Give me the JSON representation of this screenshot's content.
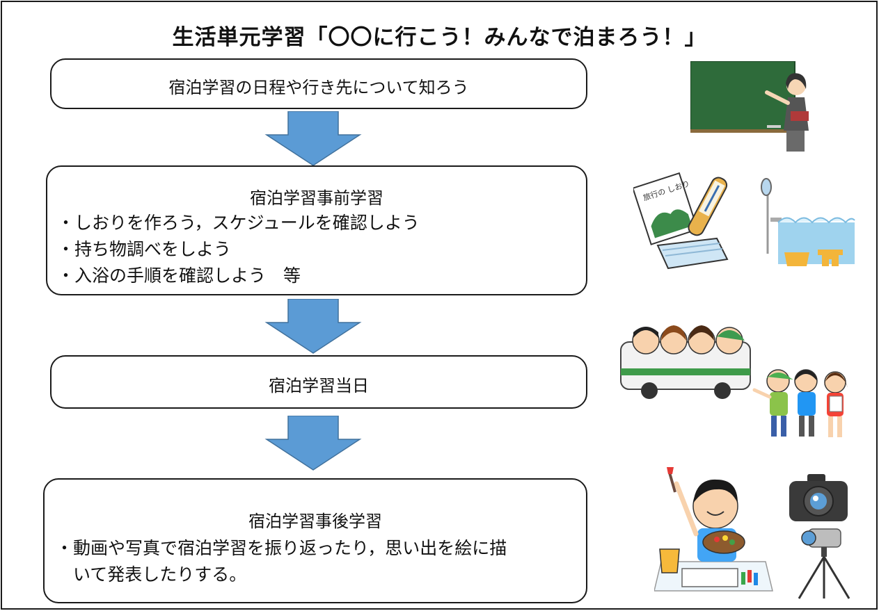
{
  "title": "生活単元学習「〇〇に行こう！みんなで泊まろう！」",
  "steps": [
    {
      "heading": "宿泊学習の日程や行き先について知ろう"
    },
    {
      "heading": "宿泊学習事前学習",
      "items": [
        "・しおりを作ろう，スケジュールを確認しよう",
        "・持ち物調べをしよう",
        "・入浴の手順を確認しよう　等"
      ]
    },
    {
      "heading": "宿泊学習当日"
    },
    {
      "heading": "宿泊学習事後学習",
      "items": [
        "・動画や写真で宿泊学習を振り返ったり，思い出を絵に描",
        "　いて発表したりする。"
      ]
    }
  ],
  "illustrations": {
    "booklet_label": "旅行の しおり"
  },
  "colors": {
    "arrow": "#5b9bd5",
    "arrow_stroke": "#41719c",
    "chalkboard": "#2e6b3a"
  }
}
